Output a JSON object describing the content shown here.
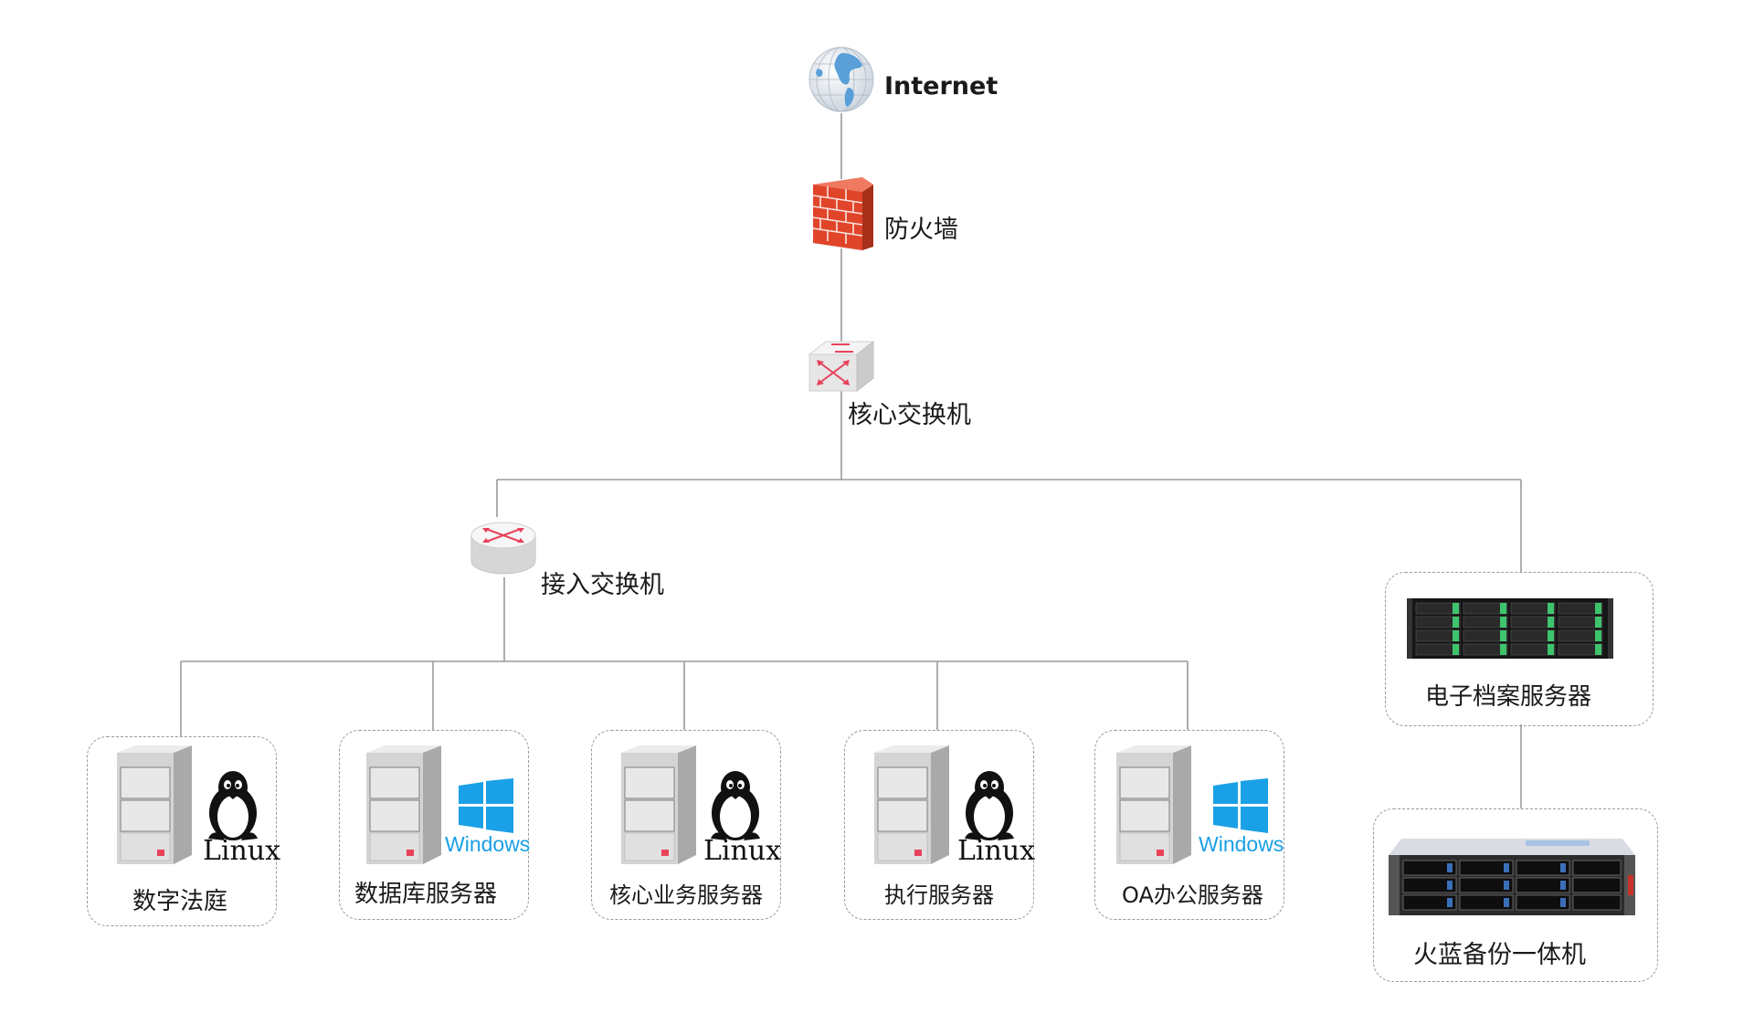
{
  "nodes": {
    "internet": "Internet",
    "firewall": "防火墙",
    "core_switch": "核心交换机",
    "access_switch": "接入交换机",
    "archive_server": "电子档案服务器",
    "backup_machine": "火蓝备份一体机"
  },
  "servers": [
    {
      "label": "数字法庭",
      "os": "Linux"
    },
    {
      "label": "数据库服务器",
      "os": "Windows"
    },
    {
      "label": "核心业务服务器",
      "os": "Linux"
    },
    {
      "label": "执行服务器",
      "os": "Linux"
    },
    {
      "label": "OA办公服务器",
      "os": "Windows"
    }
  ],
  "colors": {
    "line": "#9a9a9a",
    "firewall_brick": "#e0452a",
    "switch_arrow": "#e8425a",
    "windows_blue": "#1aa0e6",
    "archive_led": "#3ec46d"
  }
}
